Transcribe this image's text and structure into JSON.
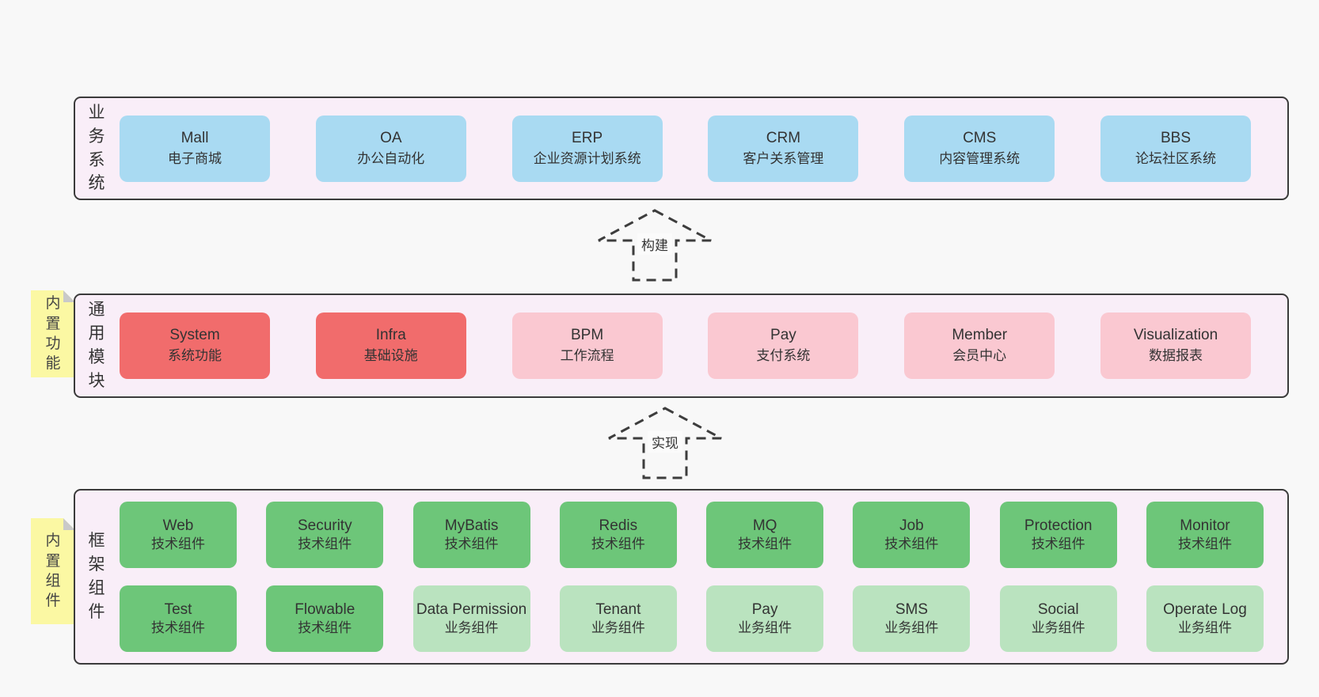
{
  "colors": {
    "page-bg": "#f8f8f8",
    "band-bg": "#f9eef8",
    "band-border": "#3b3b3b",
    "blue": "#a9daf2",
    "red": "#f16c6c",
    "pink": "#fac8d1",
    "green": "#6dc679",
    "lightgreen": "#bae3bf",
    "sticky": "#fbf8a3",
    "sticky-fold": "#c9c9c9"
  },
  "arrows": [
    {
      "label": "构建"
    },
    {
      "label": "实现"
    }
  ],
  "bands": [
    {
      "label": "业务系统",
      "boxes": [
        {
          "en": "Mall",
          "zh": "电子商城",
          "type": "blue"
        },
        {
          "en": "OA",
          "zh": "办公自动化",
          "type": "blue"
        },
        {
          "en": "ERP",
          "zh": "企业资源计划系统",
          "type": "blue"
        },
        {
          "en": "CRM",
          "zh": "客户关系管理",
          "type": "blue"
        },
        {
          "en": "CMS",
          "zh": "内容管理系统",
          "type": "blue"
        },
        {
          "en": "BBS",
          "zh": "论坛社区系统",
          "type": "blue"
        }
      ]
    },
    {
      "label": "通用模块",
      "note": "内置功能",
      "boxes": [
        {
          "en": "System",
          "zh": "系统功能",
          "type": "red"
        },
        {
          "en": "Infra",
          "zh": "基础设施",
          "type": "red"
        },
        {
          "en": "BPM",
          "zh": "工作流程",
          "type": "pink"
        },
        {
          "en": "Pay",
          "zh": "支付系统",
          "type": "pink"
        },
        {
          "en": "Member",
          "zh": "会员中心",
          "type": "pink"
        },
        {
          "en": "Visualization",
          "zh": "数据报表",
          "type": "pink"
        }
      ]
    },
    {
      "label": "框架组件",
      "note": "内置组件",
      "rows": [
        [
          {
            "en": "Web",
            "zh": "技术组件",
            "type": "green"
          },
          {
            "en": "Security",
            "zh": "技术组件",
            "type": "green"
          },
          {
            "en": "MyBatis",
            "zh": "技术组件",
            "type": "green"
          },
          {
            "en": "Redis",
            "zh": "技术组件",
            "type": "green"
          },
          {
            "en": "MQ",
            "zh": "技术组件",
            "type": "green"
          },
          {
            "en": "Job",
            "zh": "技术组件",
            "type": "green"
          },
          {
            "en": "Protection",
            "zh": "技术组件",
            "type": "green"
          },
          {
            "en": "Monitor",
            "zh": "技术组件",
            "type": "green"
          }
        ],
        [
          {
            "en": "Test",
            "zh": "技术组件",
            "type": "green"
          },
          {
            "en": "Flowable",
            "zh": "技术组件",
            "type": "green"
          },
          {
            "en": "Data Permission",
            "zh": "业务组件",
            "type": "lightgreen"
          },
          {
            "en": "Tenant",
            "zh": "业务组件",
            "type": "lightgreen"
          },
          {
            "en": "Pay",
            "zh": "业务组件",
            "type": "lightgreen"
          },
          {
            "en": "SMS",
            "zh": "业务组件",
            "type": "lightgreen"
          },
          {
            "en": "Social",
            "zh": "业务组件",
            "type": "lightgreen"
          },
          {
            "en": "Operate Log",
            "zh": "业务组件",
            "type": "lightgreen"
          }
        ]
      ]
    }
  ]
}
